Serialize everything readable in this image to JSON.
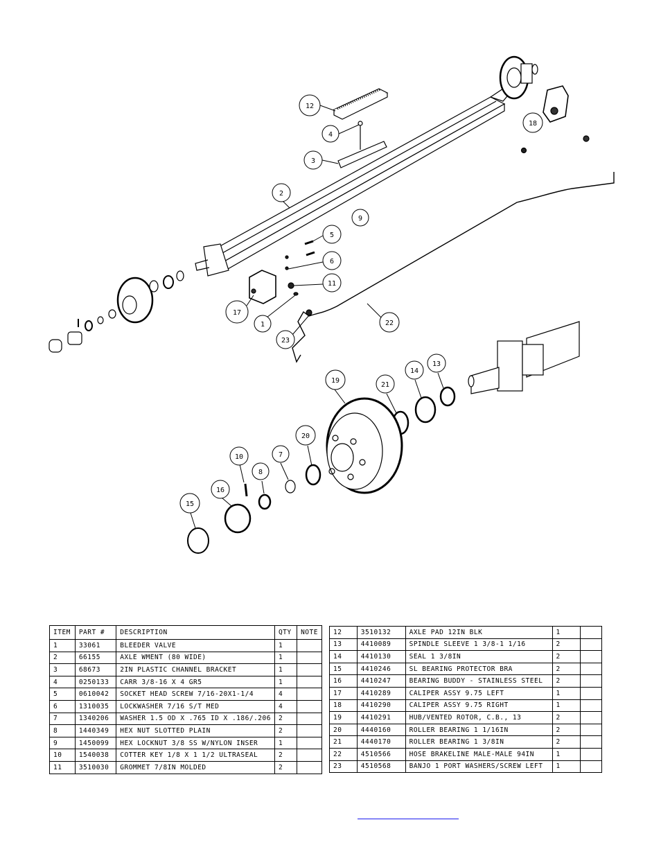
{
  "balloons": [
    "1",
    "2",
    "3",
    "4",
    "5",
    "6",
    "7",
    "8",
    "9",
    "10",
    "11",
    "12",
    "13",
    "14",
    "15",
    "16",
    "17",
    "18",
    "19",
    "20",
    "21",
    "22",
    "23"
  ],
  "table_left": {
    "headers": {
      "item": "ITEM",
      "part": "PART #",
      "desc": "DESCRIPTION",
      "qty": "QTY",
      "note": "NOTE"
    },
    "rows": [
      {
        "item": "1",
        "part": "33061",
        "desc": "BLEEDER VALVE",
        "qty": "1",
        "note": ""
      },
      {
        "item": "2",
        "part": "66155",
        "desc": "AXLE WMENT (80 WIDE)",
        "qty": "1",
        "note": ""
      },
      {
        "item": "3",
        "part": "68673",
        "desc": "2IN PLASTIC CHANNEL BRACKET",
        "qty": "1",
        "note": ""
      },
      {
        "item": "4",
        "part": "0250133",
        "desc": "CARR 3/8-16 X 4 GR5",
        "qty": "1",
        "note": ""
      },
      {
        "item": "5",
        "part": "0610042",
        "desc": "SOCKET HEAD SCREW 7/16-20X1-1/4",
        "qty": "4",
        "note": ""
      },
      {
        "item": "6",
        "part": "1310035",
        "desc": "LOCKWASHER 7/16 S/T MED",
        "qty": "4",
        "note": ""
      },
      {
        "item": "7",
        "part": "1340206",
        "desc": "WASHER 1.5 OD X .765 ID X .186/.206",
        "qty": "2",
        "note": ""
      },
      {
        "item": "8",
        "part": "1440349",
        "desc": "HEX NUT SLOTTED PLAIN",
        "qty": "2",
        "note": ""
      },
      {
        "item": "9",
        "part": "1450099",
        "desc": "HEX LOCKNUT 3/8 SS W/NYLON INSER",
        "qty": "1",
        "note": ""
      },
      {
        "item": "10",
        "part": "1540038",
        "desc": "COTTER KEY 1/8 X 1 1/2 ULTRASEAL",
        "qty": "2",
        "note": ""
      },
      {
        "item": "11",
        "part": "3510030",
        "desc": "GROMMET  7/8IN MOLDED",
        "qty": "2",
        "note": ""
      }
    ]
  },
  "table_right": {
    "rows": [
      {
        "item": "12",
        "part": "3510132",
        "desc": "AXLE PAD 12IN  BLK",
        "qty": "1",
        "note": ""
      },
      {
        "item": "13",
        "part": "4410089",
        "desc": "SPINDLE SLEEVE  1 3/8-1 1/16",
        "qty": "2",
        "note": ""
      },
      {
        "item": "14",
        "part": "4410130",
        "desc": "SEAL  1 3/8IN",
        "qty": "2",
        "note": ""
      },
      {
        "item": "15",
        "part": "4410246",
        "desc": "SL BEARING PROTECTOR BRA",
        "qty": "2",
        "note": ""
      },
      {
        "item": "16",
        "part": "4410247",
        "desc": "BEARING BUDDY - STAINLESS STEEL",
        "qty": "2",
        "note": ""
      },
      {
        "item": "17",
        "part": "4410289",
        "desc": "CALIPER ASSY 9.75 LEFT",
        "qty": "1",
        "note": ""
      },
      {
        "item": "18",
        "part": "4410290",
        "desc": "CALIPER ASSY 9.75 RIGHT",
        "qty": "1",
        "note": ""
      },
      {
        "item": "19",
        "part": "4410291",
        "desc": "HUB/VENTED ROTOR, C.B.,  13",
        "qty": "2",
        "note": ""
      },
      {
        "item": "20",
        "part": "4440160",
        "desc": "ROLLER BEARING   1 1/16IN",
        "qty": "2",
        "note": ""
      },
      {
        "item": "21",
        "part": "4440170",
        "desc": "ROLLER BEARING   1 3/8IN",
        "qty": "2",
        "note": ""
      },
      {
        "item": "22",
        "part": "4510566",
        "desc": "HOSE BRAKELINE MALE-MALE 94IN",
        "qty": "1",
        "note": ""
      },
      {
        "item": "23",
        "part": "4510568",
        "desc": "BANJO 1 PORT WASHERS/SCREW LEFT",
        "qty": "1",
        "note": ""
      }
    ]
  }
}
